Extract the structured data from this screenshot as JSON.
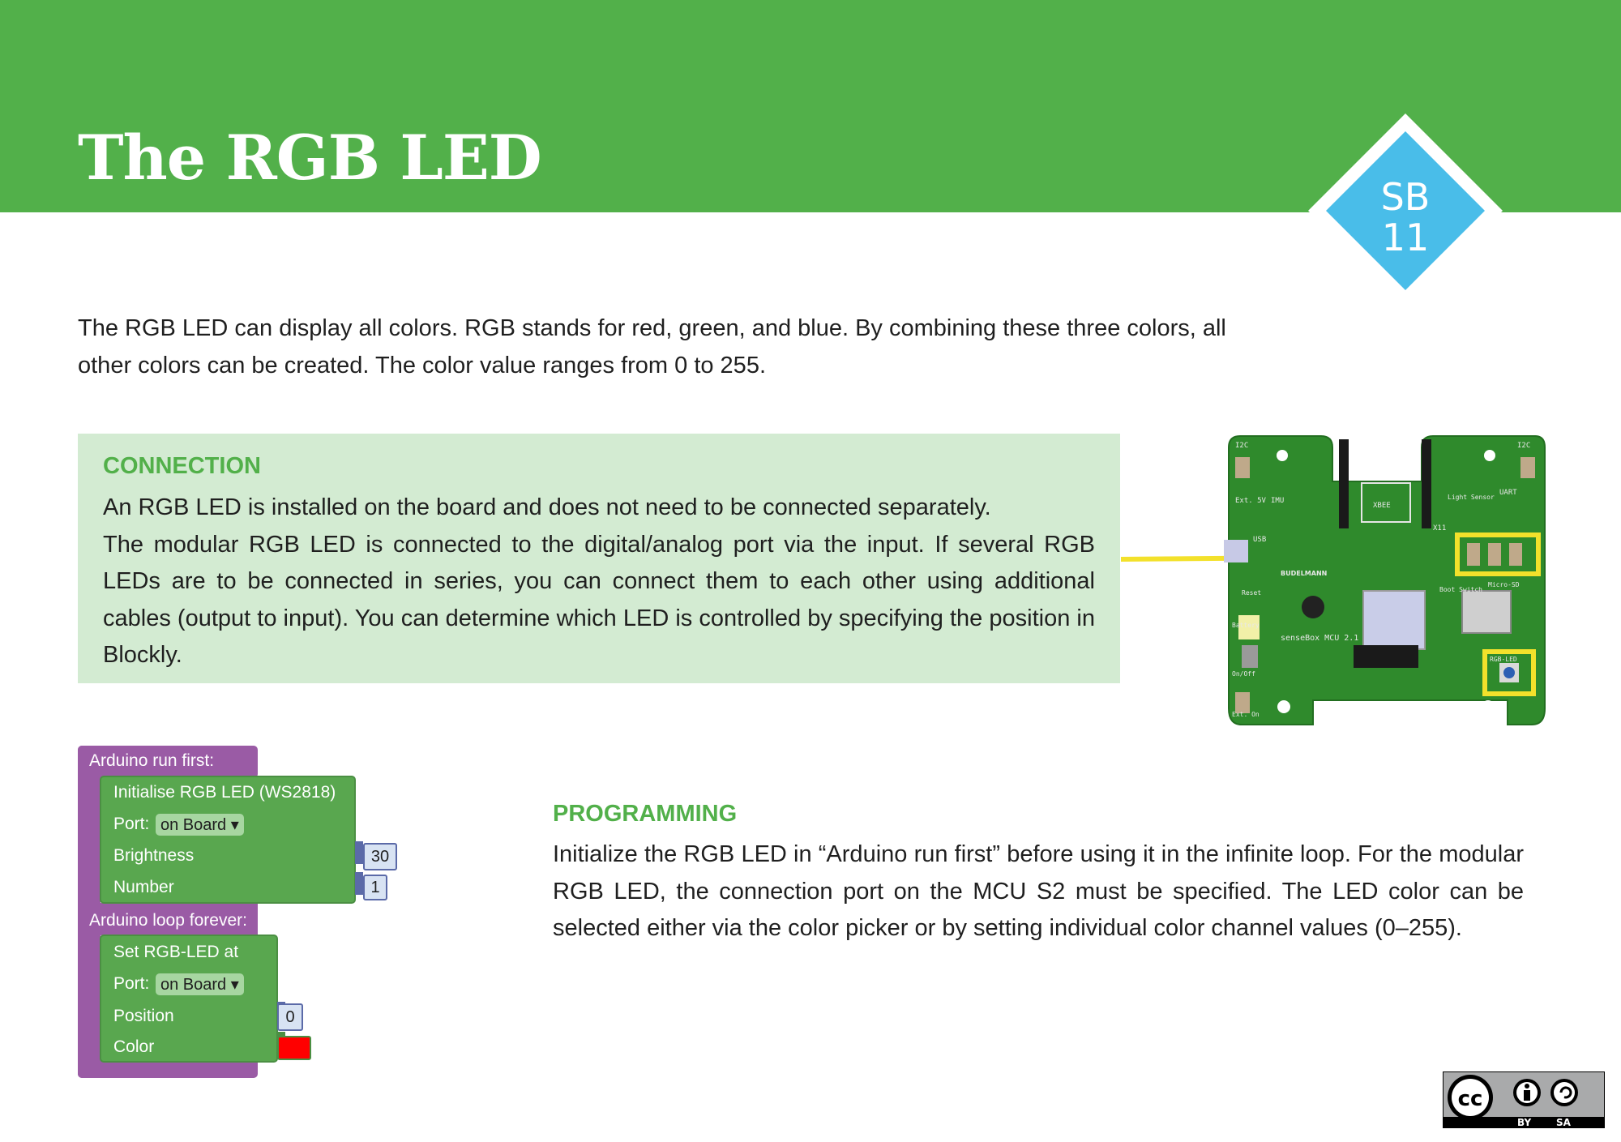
{
  "header": {
    "title": "The RGB LED",
    "badge_line1": "SB",
    "badge_line2": "11",
    "green": "#52b04a",
    "badge_blue": "#49bde9"
  },
  "intro": " The RGB LED can display all colors. RGB stands for red, green, and blue. By combining these three colors, all other colors can be created. The color value ranges from 0 to 255.",
  "connection": {
    "heading": "CONNECTION",
    "para1": "An RGB LED is installed on the board and does not need to be connected separately.",
    "para2": "The modular RGB LED is connected to the digital/analog port via the input. If several RGB LEDs are to be connected in series, you can connect them to each other using additional cables (output to input). You can determine which LED is controlled by specifying the position in Blockly."
  },
  "programming": {
    "heading": "PROGRAMMING",
    "text": "Initialize the RGB LED in “Arduino run first” before using it in the infinite loop. For the modular RGB LED, the connection port on the MCU S2 must be specified. The LED color can be selected either via the color picker or by setting individual color channel values (0–255)."
  },
  "blocks": {
    "run_first": "Arduino run first:",
    "init": "Initialise RGB LED (WS2818)",
    "port_label": "Port:",
    "port_value": "on Board ▾",
    "brightness_label": "Brightness",
    "brightness_value": "30",
    "number_label": "Number",
    "number_value": "1",
    "loop": "Arduino loop forever:",
    "set_led": "Set RGB-LED at",
    "port2_label": "Port:",
    "port2_value": "on Board ▾",
    "position_label": "Position",
    "position_value": "0",
    "color_label": "Color",
    "color_value": "#ff0000"
  },
  "board": {
    "labels": [
      "I2C",
      "I2C",
      "Ext. 5V",
      "IMU",
      "XBEE",
      "Light Sensor",
      "UART",
      "USB",
      "Reset",
      "Boot Switch",
      "Micro-SD",
      "Battery",
      "On/Off",
      "senseBox MCU 2.1",
      "RGB-LED",
      "Ext. On",
      "BUDELMANN",
      "X11"
    ]
  },
  "license": {
    "cc": "cc",
    "by": "BY",
    "sa": "SA"
  }
}
